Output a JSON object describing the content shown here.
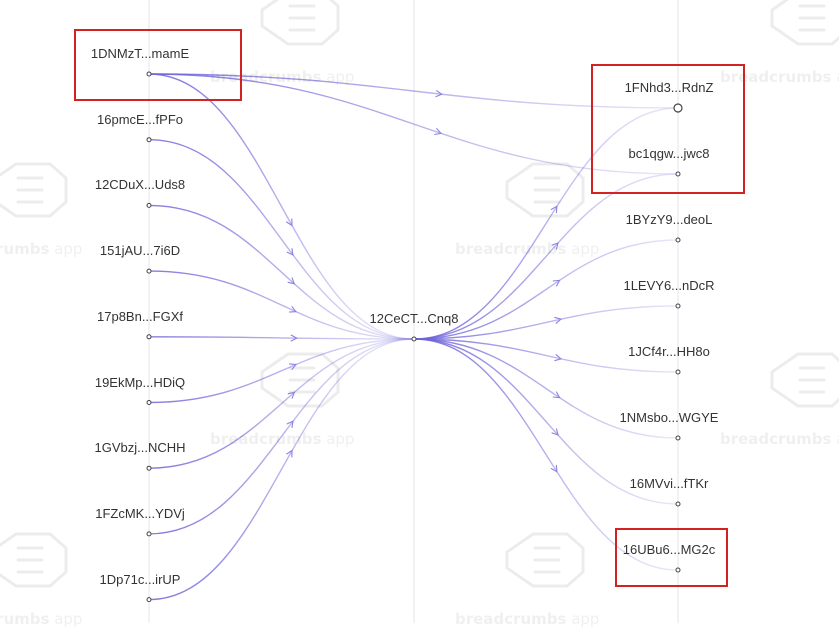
{
  "watermark": {
    "brand": "breadcrumbs",
    "suffix": "app"
  },
  "center": {
    "id": "center",
    "label": "12CeCT...Cnq8"
  },
  "senders": [
    {
      "id": "s0",
      "label": "1DNMzT...mamE",
      "highlighted": true
    },
    {
      "id": "s1",
      "label": "16pmcE...fPFo"
    },
    {
      "id": "s2",
      "label": "12CDuX...Uds8"
    },
    {
      "id": "s3",
      "label": "151jAU...7i6D"
    },
    {
      "id": "s4",
      "label": "17p8Bn...FGXf"
    },
    {
      "id": "s5",
      "label": "19EkMp...HDiQ"
    },
    {
      "id": "s6",
      "label": "1GVbzj...NCHH"
    },
    {
      "id": "s7",
      "label": "1FZcMK...YDVj"
    },
    {
      "id": "s8",
      "label": "1Dp71c...irUP"
    }
  ],
  "receivers": [
    {
      "id": "r0",
      "label": "1FNhd3...RdnZ",
      "highlighted": true,
      "open_dot": true
    },
    {
      "id": "r1",
      "label": "bc1qgw...jwc8",
      "highlighted": true
    },
    {
      "id": "r2",
      "label": "1BYzY9...deoL"
    },
    {
      "id": "r3",
      "label": "1LEVY6...nDcR"
    },
    {
      "id": "r4",
      "label": "1JCf4r...HH8o"
    },
    {
      "id": "r5",
      "label": "1NMsbo...WGYE"
    },
    {
      "id": "r6",
      "label": "16MVvi...fTKr"
    },
    {
      "id": "r7",
      "label": "16UBu6...MG2c",
      "highlighted": true
    }
  ],
  "direct_links": [
    {
      "from": "s0",
      "to": "r0"
    },
    {
      "from": "s0",
      "to": "r1"
    }
  ],
  "colors": {
    "edge": "#6e63d9",
    "highlight": "#d32222",
    "column_line": "#e4e4ec"
  }
}
